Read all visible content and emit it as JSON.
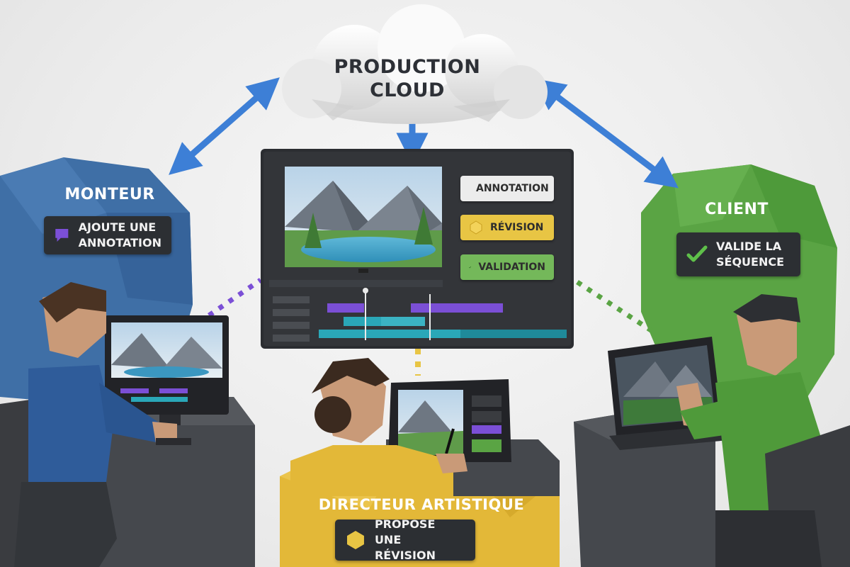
{
  "cloud": {
    "title_line1": "PRODUCTION",
    "title_line2": "CLOUD"
  },
  "roles": {
    "monteur": {
      "title": "MONTEUR",
      "action_line1": "AJOUTE UNE",
      "action_line2": "ANNOTATION",
      "color": "#3f6fa6"
    },
    "client": {
      "title": "CLIENT",
      "action_line1": "VALIDE LA",
      "action_line2": "SÉQUENCE",
      "color": "#5aa444"
    },
    "directeur": {
      "title": "DIRECTEUR ARTISTIQUE",
      "action_line1": "PROPOSE UNE",
      "action_line2": "RÉVISION",
      "color": "#e3b838"
    }
  },
  "screen_tags": {
    "annotation": {
      "label": "ANNOTATION",
      "color": "#ececec",
      "icon": "triangle-icon"
    },
    "revision": {
      "label": "RÉVISION",
      "color": "#e8c544",
      "icon": "hexagon-icon"
    },
    "validation": {
      "label": "VALIDATION",
      "color": "#74b85a",
      "icon": "checkmark-icon"
    }
  },
  "colors": {
    "arrow": "#3d7fd6",
    "annotation_purple": "#7b4fd6",
    "revision_yellow": "#e8c544",
    "validation_green": "#5aa444",
    "timeline_cyan": "#2aa7b8"
  }
}
